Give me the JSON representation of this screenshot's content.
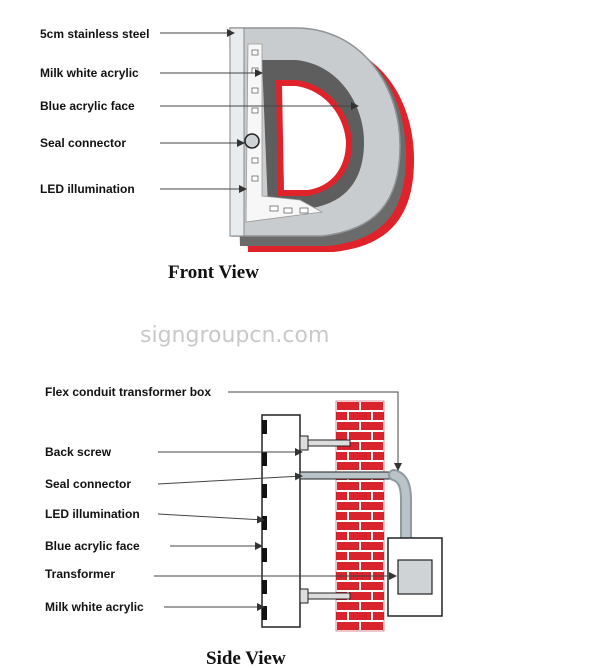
{
  "front_view": {
    "title": "Front View",
    "labels": [
      "5cm stainless steel",
      "Milk white acrylic",
      "Blue acrylic face",
      "Seal connector",
      "LED illumination"
    ]
  },
  "watermark": "signgroupcn.com",
  "side_view": {
    "title": "Side View",
    "labels": [
      "Flex conduit transformer box",
      "Back screw",
      "Seal connector",
      "LED illumination",
      "Blue acrylic face",
      "Transformer",
      "Milk white acrylic"
    ]
  },
  "colors": {
    "shell": "#c9ccce",
    "return_dark": "#6b6b6b",
    "red": "#e0222a",
    "brick": "#d9232d",
    "conduit": "#b9c3c8"
  }
}
